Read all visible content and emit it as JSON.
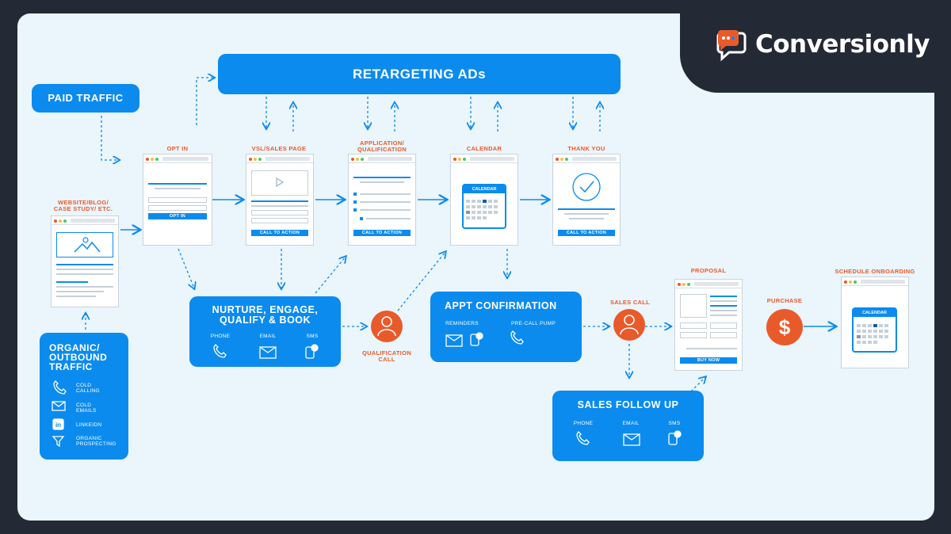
{
  "brand": {
    "name": "Conversionly"
  },
  "colors": {
    "accent": "#0b8bee",
    "label": "#e95a2b",
    "background": "#eaf5fc",
    "frame": "#232a35"
  },
  "retargeting": {
    "title": "RETARGETING ADs"
  },
  "paid_traffic": {
    "title": "PAID TRAFFIC"
  },
  "organic": {
    "title_l1": "ORGANIC/",
    "title_l2": "OUTBOUND",
    "title_l3": "TRAFFIC",
    "items": [
      {
        "l1": "COLD",
        "l2": "CALLING",
        "icon": "phone-icon"
      },
      {
        "l1": "COLD",
        "l2": "EMAILS",
        "icon": "email-icon"
      },
      {
        "l1": "LINKEIDN",
        "l2": "",
        "icon": "linkedin-icon"
      },
      {
        "l1": "ORGANIC",
        "l2": "PROSPECTING",
        "icon": "funnel-icon"
      }
    ]
  },
  "website": {
    "label_l1": "WEBSITE/BLOG/",
    "label_l2": "CASE STUDY/ ETC."
  },
  "optin": {
    "label": "OPT IN",
    "cta": "OPT IN"
  },
  "vsl": {
    "label": "VSL/SALES PAGE",
    "cta": "CALL TO ACTION"
  },
  "application": {
    "label_l1": "APPLICATION/",
    "label_l2": "QUALIFICATION",
    "cta": "CALL TO ACTION"
  },
  "calendar": {
    "label": "CALENDAR",
    "widget": "CALENDAR"
  },
  "thankyou": {
    "label": "THANK YOU",
    "cta": "CALL TO ACTION"
  },
  "nurture": {
    "title_l1": "NURTURE, ENGAGE,",
    "title_l2": "QUALIFY & BOOK",
    "channels": [
      {
        "label": "PHONE",
        "icon": "phone-icon"
      },
      {
        "label": "EMAIL",
        "icon": "email-icon"
      },
      {
        "label": "SMS",
        "icon": "sms-icon"
      }
    ]
  },
  "qualification_call": {
    "label_l1": "QUALIFICATION",
    "label_l2": "CALL"
  },
  "appt": {
    "title": "APPT CONFIRMATION",
    "reminders": "REMINDERS",
    "precall": "PRE-CALL PUMP"
  },
  "sales_call": {
    "label": "SALES CALL"
  },
  "proposal": {
    "label": "PROPOSAL",
    "cta": "BUY NOW"
  },
  "purchase": {
    "label": "PURCHASE",
    "symbol": "$"
  },
  "onboarding": {
    "label": "SCHEDULE ONBOARDING",
    "widget": "CALENDAR"
  },
  "followup": {
    "title": "SALES FOLLOW UP",
    "channels": [
      {
        "label": "PHONE",
        "icon": "phone-icon"
      },
      {
        "label": "EMAIL",
        "icon": "email-icon"
      },
      {
        "label": "SMS",
        "icon": "sms-icon"
      }
    ]
  }
}
